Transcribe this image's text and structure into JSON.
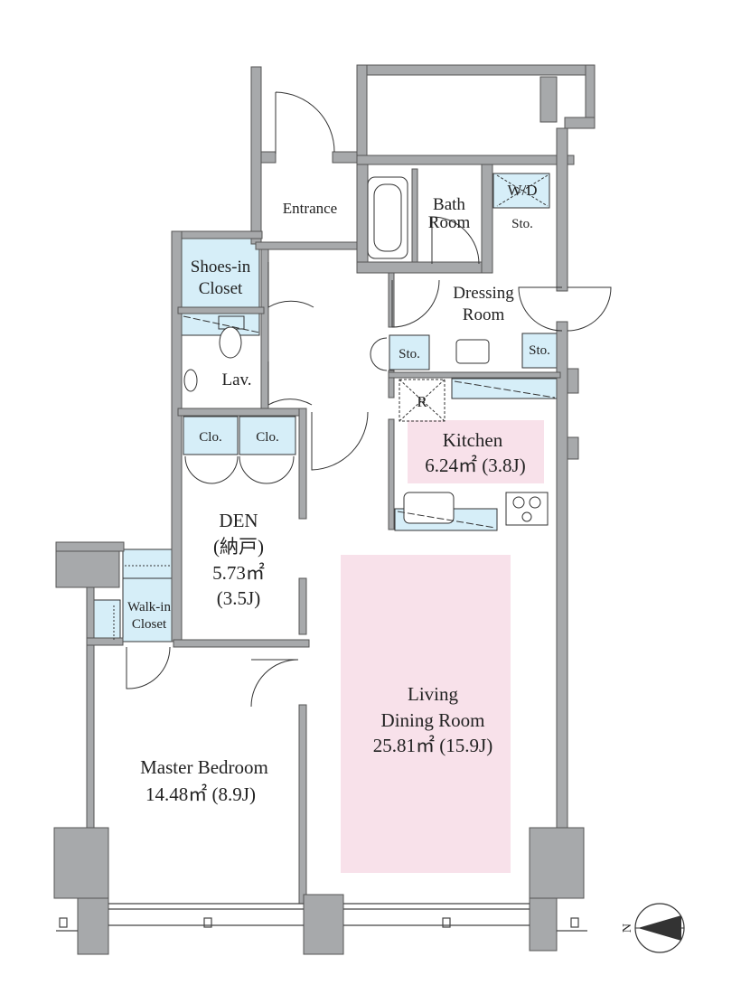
{
  "plan": {
    "entrance": "Entrance",
    "bath": {
      "line1": "Bath",
      "line2": "Room"
    },
    "wd": "W/D",
    "sto_bath": "Sto.",
    "dressing": {
      "line1": "Dressing",
      "line2": "Room"
    },
    "sto_left": "Sto.",
    "sto_right": "Sto.",
    "shoes": {
      "line1": "Shoes-in",
      "line2": "Closet"
    },
    "lav": "Lav.",
    "fridge": "R",
    "kitchen": {
      "name": "Kitchen",
      "area": "6.24㎡ (3.8J)"
    },
    "clo1": "Clo.",
    "clo2": "Clo.",
    "den": {
      "name": "DEN",
      "jp": "(納戸)",
      "area": "5.73㎡",
      "jo": "(3.5J)"
    },
    "walkin": {
      "line1": "Walk-in",
      "line2": "Closet"
    },
    "living": {
      "line1": "Living",
      "line2": "Dining Room",
      "area": "25.81㎡ (15.9J)"
    },
    "master": {
      "name": "Master Bedroom",
      "area": "14.48㎡ (8.9J)"
    },
    "north": "N"
  },
  "colors": {
    "wall": "#a7a9ab",
    "wall_edge": "#555555",
    "closet_fill": "#d6eef8",
    "room_highlight": "#f8e1ea",
    "line": "#333333"
  }
}
